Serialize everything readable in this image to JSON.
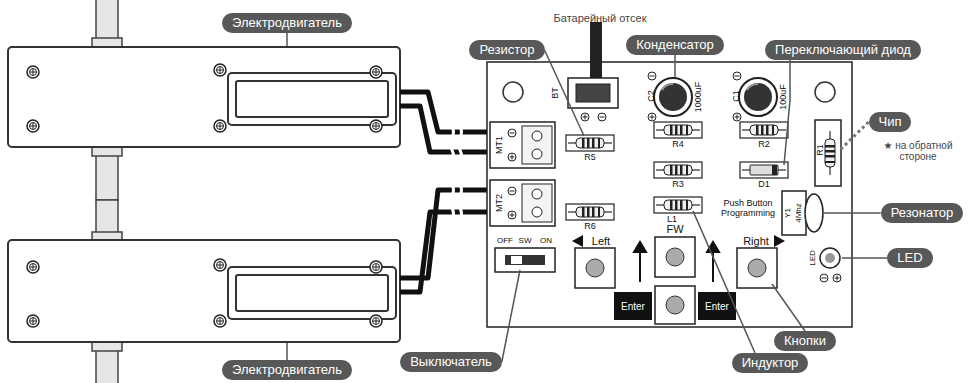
{
  "diagram": {
    "nodes": [
      {
        "text": [
          "Электродвигатель"
        ]
      },
      {
        "text": [
          "Резистор"
        ]
      },
      {
        "text": [
          "Конденсатор"
        ]
      },
      {
        "text": [
          "Переключающий диод"
        ]
      },
      {
        "text": [
          "Чип"
        ]
      },
      {
        "text": [
          "Резонатор"
        ]
      },
      {
        "text": [
          "LED"
        ]
      },
      {
        "text": [
          "Кнопки"
        ]
      },
      {
        "text": [
          "Электродвигатель"
        ]
      },
      {
        "text": [
          "Выключатель"
        ]
      },
      {
        "text": [
          "Индуктор"
        ]
      }
    ],
    "labels": [
      "Батарейный отсек",
      "★ на обратной стороне",
      "BT",
      "C2",
      "1000uF",
      "C1",
      "100uF",
      "R5",
      "R4",
      "R2",
      "R1",
      "R3",
      "D1",
      "MT1",
      "MT2",
      "R6",
      "L1",
      "Push Button Programming",
      "Y1",
      "4Mhz",
      "OFF",
      "SW",
      "ON",
      "Left",
      "FW",
      "Right",
      "Enter",
      "Enter",
      "LED"
    ]
  }
}
